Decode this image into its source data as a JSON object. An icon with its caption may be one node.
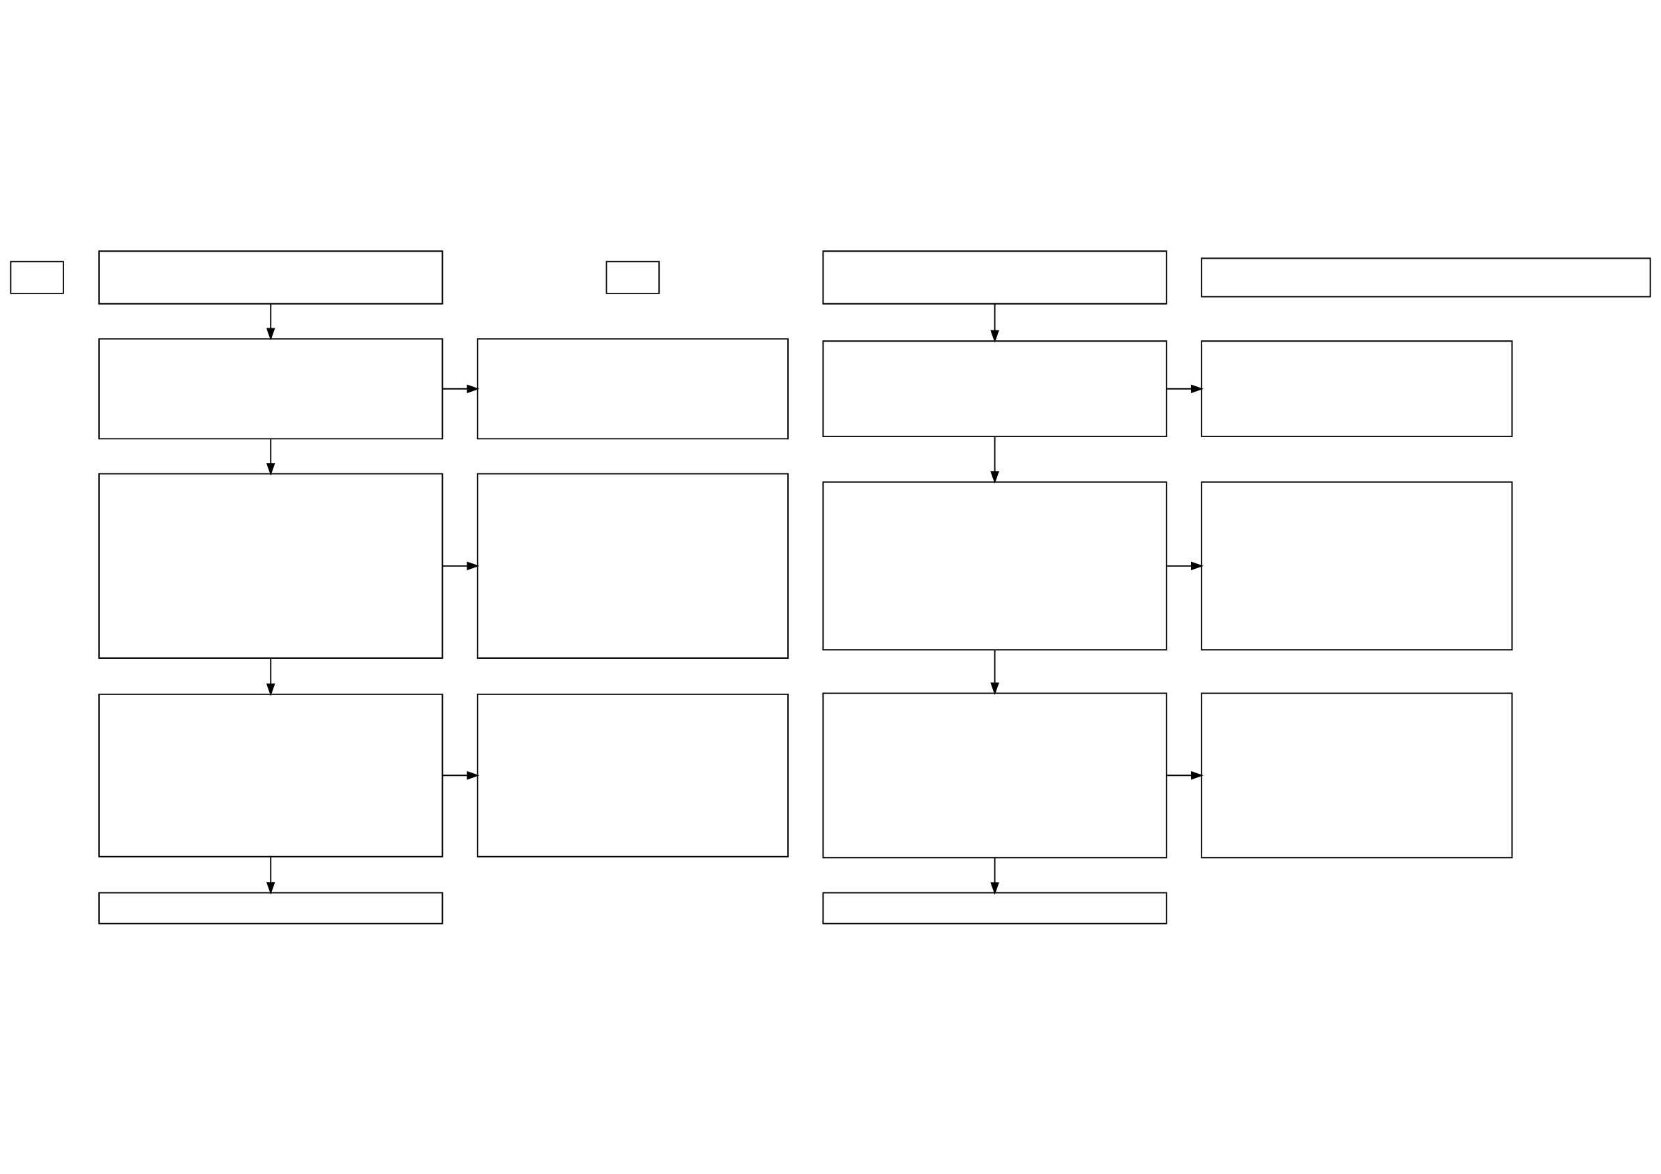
{
  "diagram": {
    "nodes": [
      {
        "text": [],
        "shape": "box"
      },
      {
        "text": [],
        "shape": "box"
      },
      {
        "text": [],
        "shape": "box"
      },
      {
        "text": [],
        "shape": "box"
      },
      {
        "text": [],
        "shape": "box"
      },
      {
        "text": [],
        "shape": "box"
      },
      {
        "text": [],
        "shape": "box"
      },
      {
        "text": [],
        "shape": "box"
      },
      {
        "text": [],
        "shape": "box"
      },
      {
        "text": [],
        "shape": "box"
      },
      {
        "text": [],
        "shape": "box"
      },
      {
        "text": [],
        "shape": "box"
      },
      {
        "text": [],
        "shape": "box"
      },
      {
        "text": [],
        "shape": "box"
      },
      {
        "text": [],
        "shape": "box"
      },
      {
        "text": [],
        "shape": "box"
      },
      {
        "text": [],
        "shape": "box"
      },
      {
        "text": [],
        "shape": "box"
      },
      {
        "text": [],
        "shape": "box"
      }
    ],
    "edges": [
      {
        "from": 2,
        "to": 3,
        "arrow": "to"
      },
      {
        "from": 3,
        "to": 4,
        "arrow": "to"
      },
      {
        "from": 3,
        "to": 5,
        "arrow": "to"
      },
      {
        "from": 5,
        "to": 6,
        "arrow": "to"
      },
      {
        "from": 5,
        "to": 7,
        "arrow": "to"
      },
      {
        "from": 7,
        "to": 8,
        "arrow": "to"
      },
      {
        "from": 7,
        "to": 9,
        "arrow": "to"
      },
      {
        "from": 11,
        "to": 12,
        "arrow": "to"
      },
      {
        "from": 12,
        "to": 13,
        "arrow": "to"
      },
      {
        "from": 12,
        "to": 14,
        "arrow": "to"
      },
      {
        "from": 14,
        "to": 15,
        "arrow": "to"
      },
      {
        "from": 14,
        "to": 16,
        "arrow": "to"
      },
      {
        "from": 16,
        "to": 17,
        "arrow": "to"
      },
      {
        "from": 16,
        "to": 18,
        "arrow": "to"
      }
    ]
  }
}
